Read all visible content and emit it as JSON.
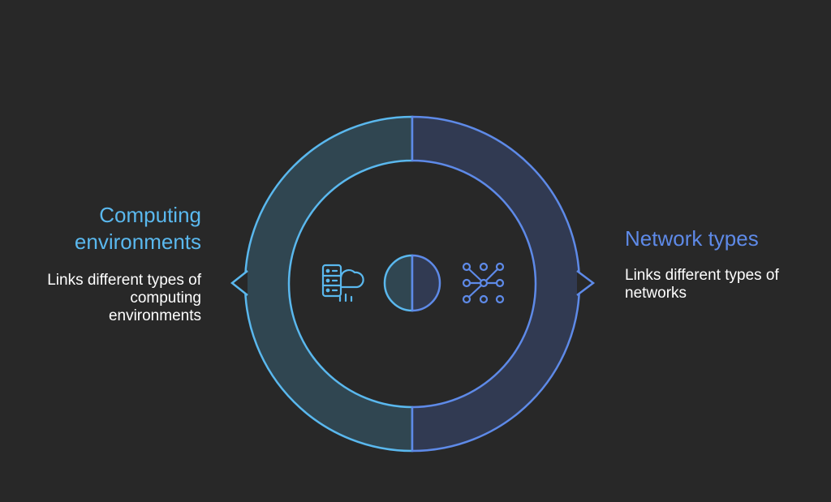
{
  "colors": {
    "background": "#282828",
    "left_accent": "#5ab8ee",
    "right_accent": "#5e8ae8",
    "left_fill": "#304651",
    "right_fill": "#313a52",
    "description_text": "#ffffff"
  },
  "segments": [
    {
      "title": "Computing environments",
      "title_lines": [
        "Computing",
        "environments"
      ],
      "description": "Links different types of computing environments",
      "description_lines": [
        "Links different types of",
        "computing",
        "environments"
      ],
      "icon": "cloud-server-icon"
    },
    {
      "title": "Network types",
      "description": "Links different types of networks",
      "description_lines": [
        "Links different types of",
        "networks"
      ],
      "icon": "network-nodes-icon"
    }
  ],
  "center_icon": "half-circle-icon"
}
